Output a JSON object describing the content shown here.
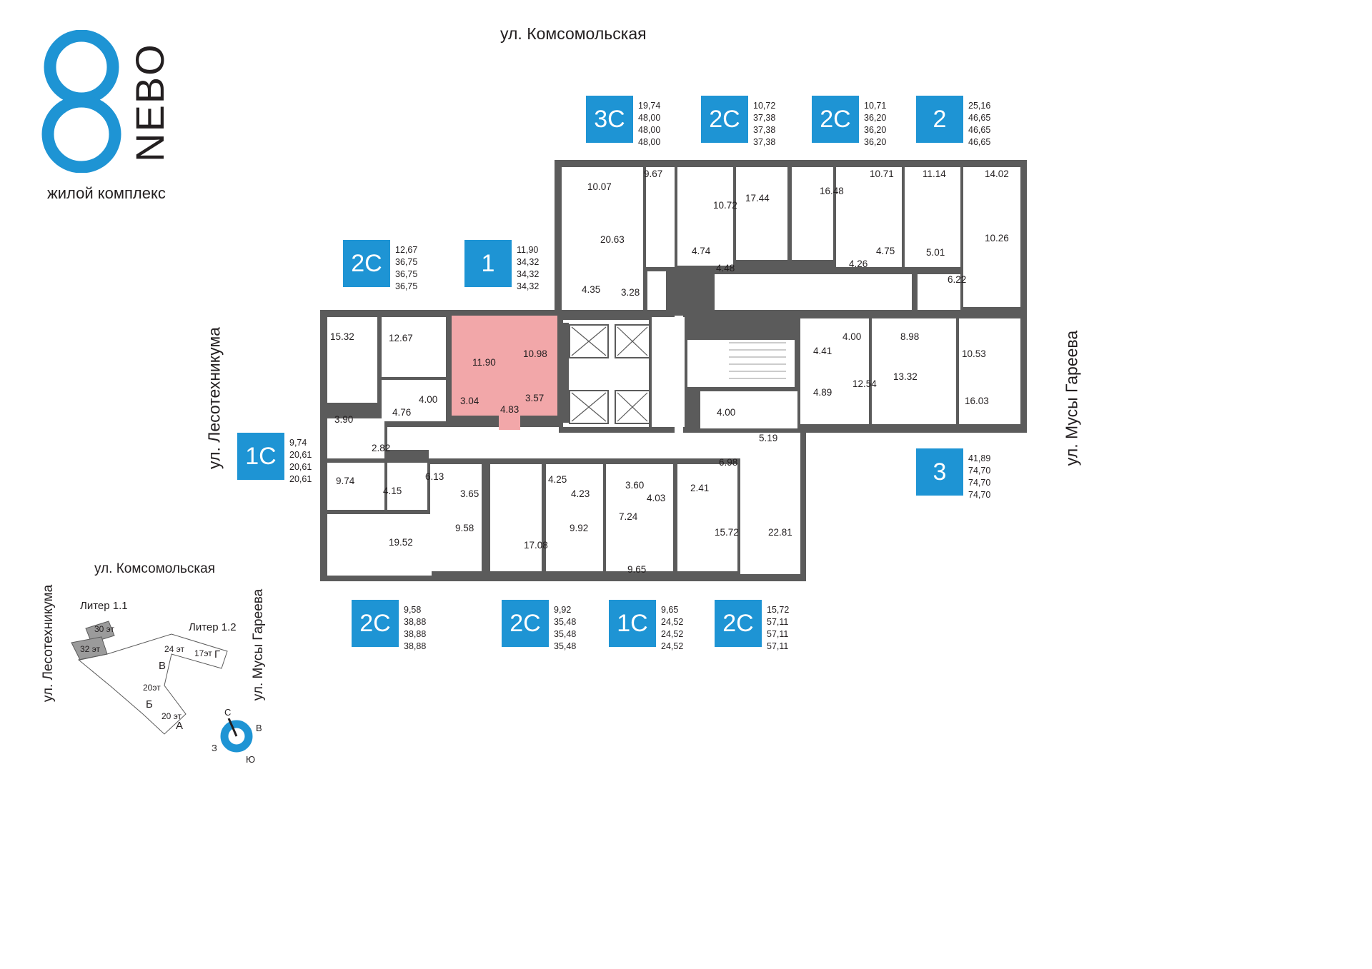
{
  "logo": {
    "brand": "NEBO",
    "subtitle": "жилой комплекс",
    "color": "#1e94d4"
  },
  "streets": {
    "top": "ул. Комсомольская",
    "left": "ул. Лесотехникума",
    "right": "ул. Мусы Гареева"
  },
  "apartments": [
    {
      "type": "3С",
      "areas": [
        "19,74",
        "48,00",
        "48,00",
        "48,00"
      ]
    },
    {
      "type": "2С",
      "areas": [
        "10,72",
        "37,38",
        "37,38",
        "37,38"
      ]
    },
    {
      "type": "2С",
      "areas": [
        "10,71",
        "36,20",
        "36,20",
        "36,20"
      ]
    },
    {
      "type": "2",
      "areas": [
        "25,16",
        "46,65",
        "46,65",
        "46,65"
      ]
    },
    {
      "type": "2С",
      "areas": [
        "12,67",
        "36,75",
        "36,75",
        "36,75"
      ]
    },
    {
      "type": "1",
      "areas": [
        "11,90",
        "34,32",
        "34,32",
        "34,32"
      ]
    },
    {
      "type": "1С",
      "areas": [
        "9,74",
        "20,61",
        "20,61",
        "20,61"
      ]
    },
    {
      "type": "3",
      "areas": [
        "41,89",
        "74,70",
        "74,70",
        "74,70"
      ]
    },
    {
      "type": "2С",
      "areas": [
        "9,58",
        "38,88",
        "38,88",
        "38,88"
      ]
    },
    {
      "type": "2С",
      "areas": [
        "9,92",
        "35,48",
        "35,48",
        "35,48"
      ]
    },
    {
      "type": "1С",
      "areas": [
        "9,65",
        "24,52",
        "24,52",
        "24,52"
      ]
    },
    {
      "type": "2С",
      "areas": [
        "15,72",
        "57,11",
        "57,11",
        "57,11"
      ]
    }
  ],
  "rooms": [
    "10.07",
    "9.67",
    "10.72",
    "17.44",
    "16.48",
    "10.71",
    "11.14",
    "14.02",
    "20.63",
    "4.74",
    "4.48",
    "4.26",
    "4.75",
    "5.01",
    "10.26",
    "4.35",
    "3.28",
    "6.22",
    "15.32",
    "12.67",
    "11.90",
    "10.98",
    "4.00",
    "4.41",
    "8.98",
    "4.00",
    "3.04",
    "4.83",
    "3.57",
    "4.76",
    "12.54",
    "13.32",
    "10.53",
    "4.89",
    "16.03",
    "3.90",
    "2.82",
    "4.00",
    "5.19",
    "9.74",
    "4.15",
    "6.13",
    "3.65",
    "4.25",
    "4.23",
    "3.60",
    "4.03",
    "2.41",
    "6.98",
    "9.58",
    "17.08",
    "9.92",
    "7.24",
    "15.72",
    "22.81",
    "19.52",
    "9.65"
  ],
  "minimap": {
    "street_top": "ул. Комсомольская",
    "street_left": "ул. Лесотехникума",
    "street_right": "ул. Мусы Гареева",
    "liter_1_1": "Литер 1.1",
    "liter_1_2": "Литер 1.2",
    "floors": [
      "30 эт",
      "32 эт",
      "24 эт",
      "17эт",
      "20эт",
      "20 эт"
    ],
    "sections": [
      "Г",
      "В",
      "Б",
      "А"
    ],
    "compass": [
      "С",
      "В",
      "Ю",
      "З"
    ]
  },
  "colors": {
    "badge": "#1e94d4",
    "highlight": "#f2a7a9",
    "wall": "#5b5b5b"
  }
}
